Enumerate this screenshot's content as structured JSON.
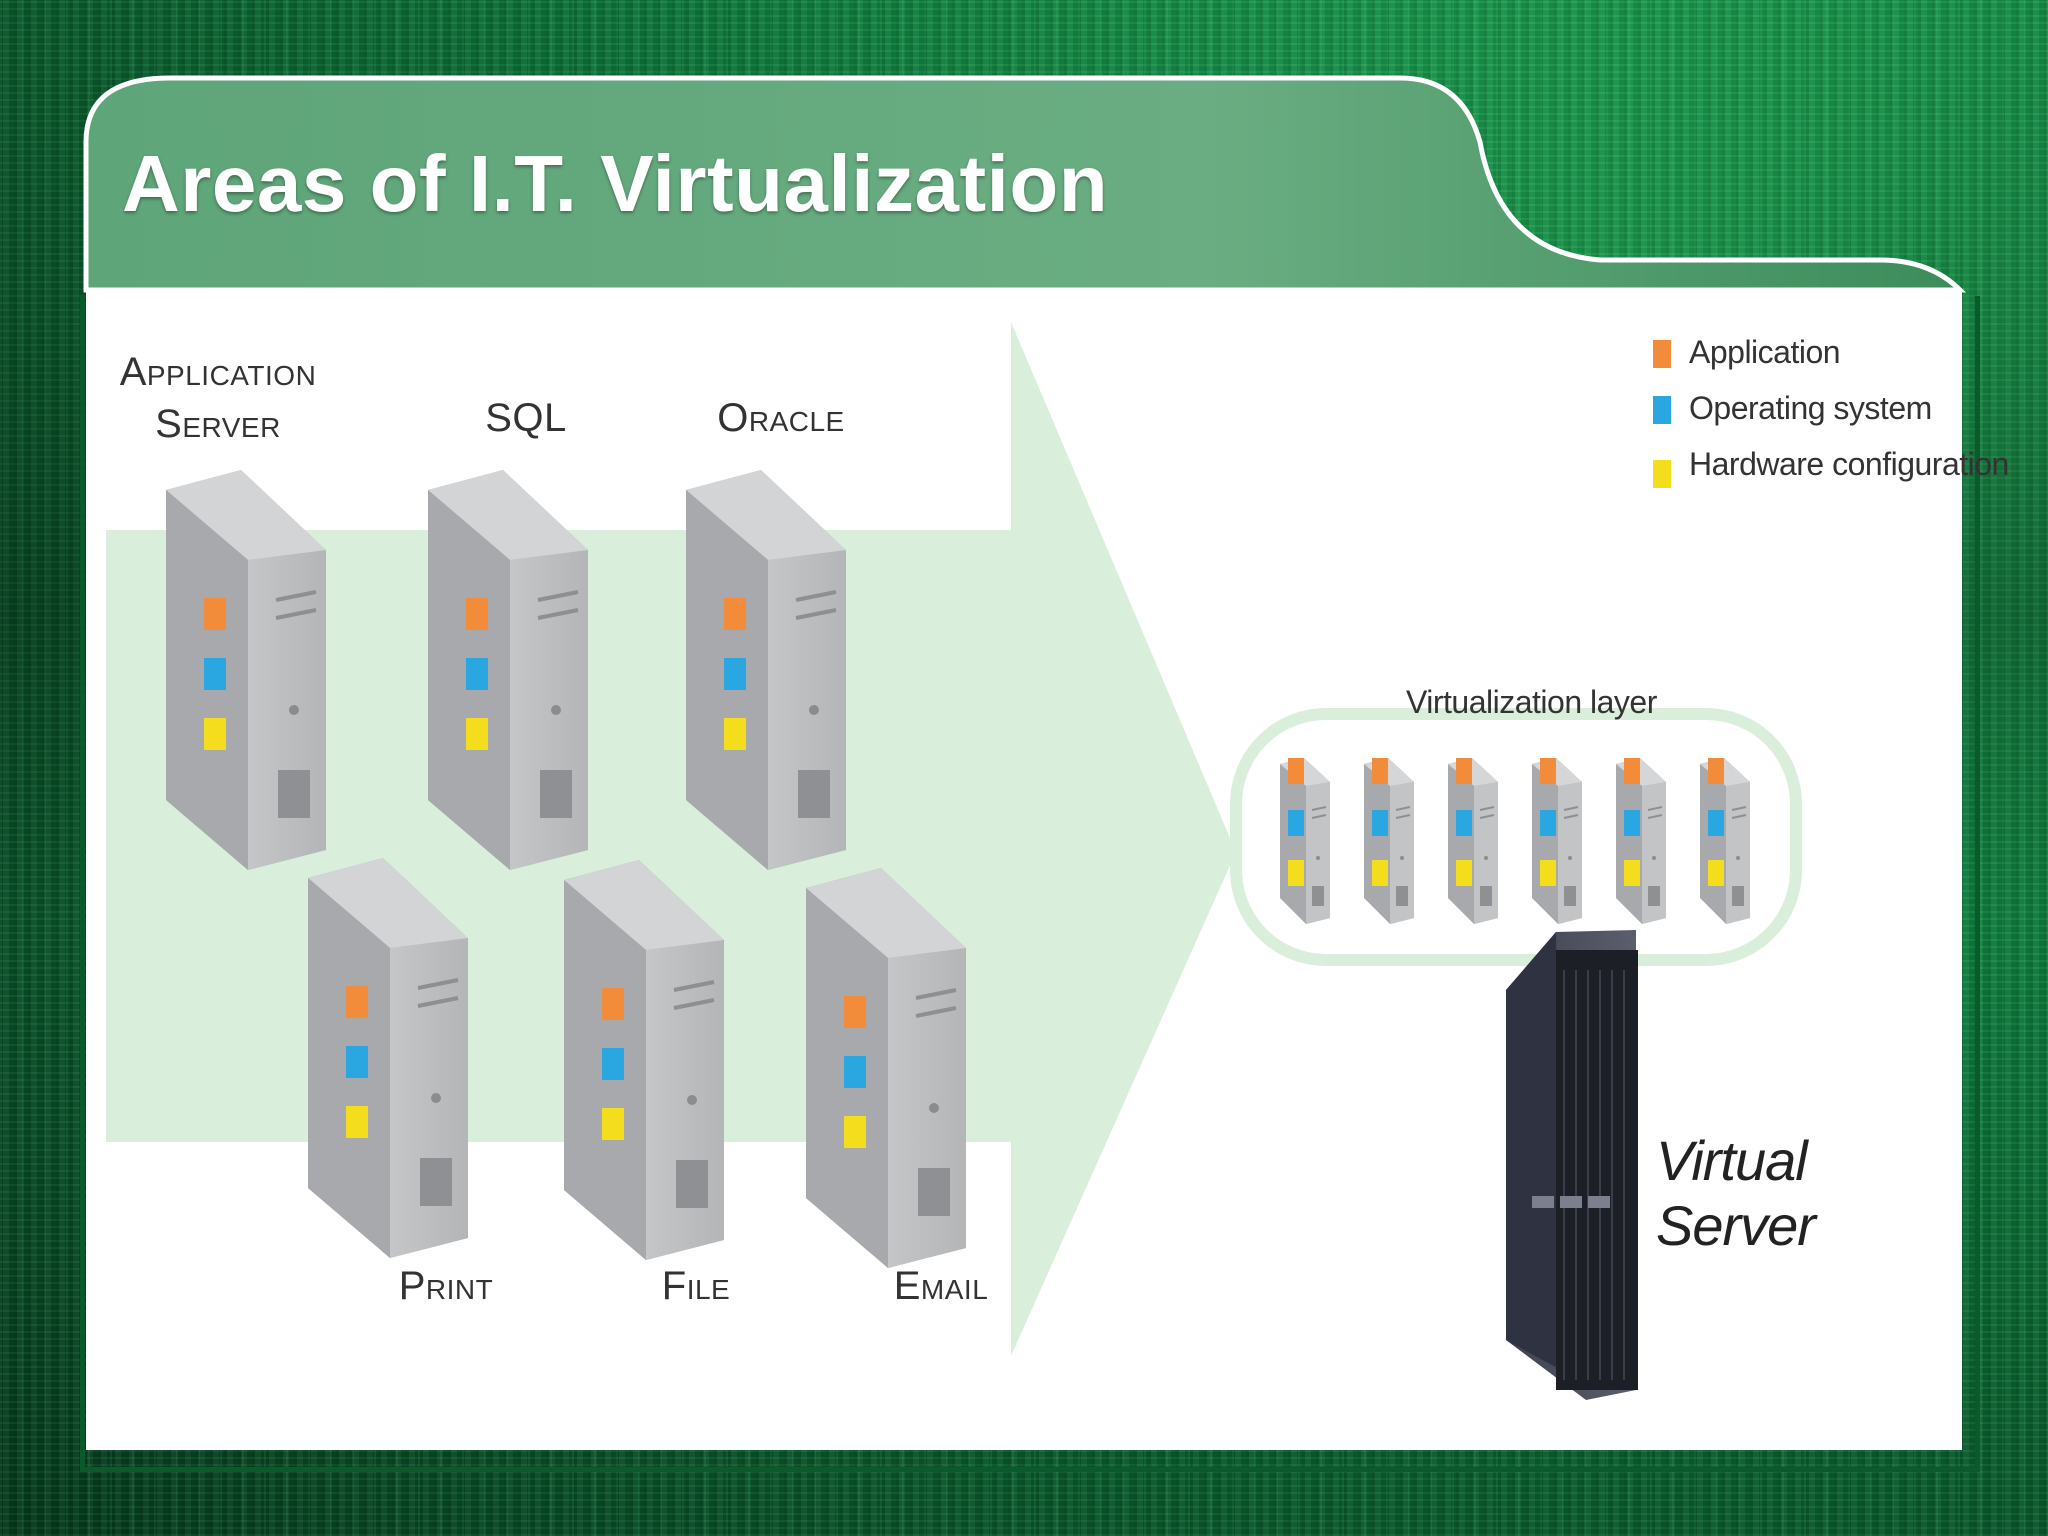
{
  "slide": {
    "title": "Areas of I.T. Virtualization"
  },
  "servers": {
    "application_server_line1": "Application",
    "application_server_line2": "Server",
    "sql": "SQL",
    "oracle": "Oracle",
    "print": "Print",
    "file": "File",
    "email": "Email"
  },
  "legend": {
    "items": [
      {
        "label": "Application",
        "color": "#f28c3a"
      },
      {
        "label": "Operating system",
        "color": "#2aa7e0"
      },
      {
        "label": "Hardware configuration",
        "color": "#f3dd1c"
      }
    ]
  },
  "virtualization": {
    "layer_label": "Virtualization layer",
    "server_label": "Virtual Server"
  },
  "colors": {
    "arrow_fill": "#d9eedb",
    "server_gray": "#b4b6b8",
    "frame_green": "#2f8a4e"
  }
}
